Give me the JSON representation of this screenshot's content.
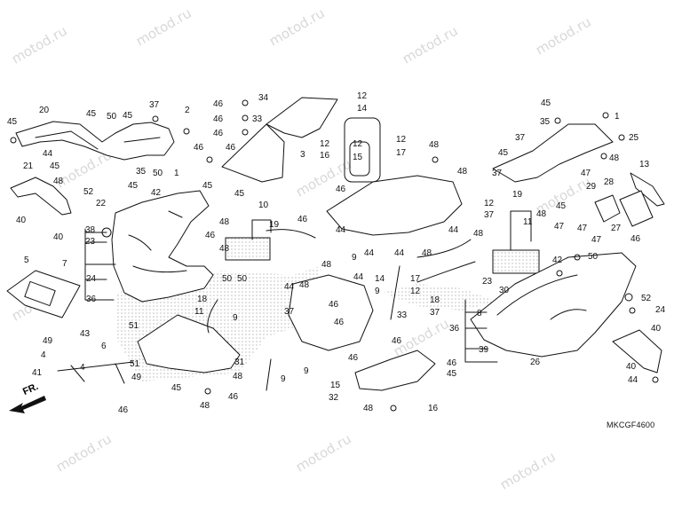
{
  "watermark": "motod.ru",
  "diagram_code": "MKCGF4600",
  "front_label": "FR.",
  "colors": {
    "line": "#111111",
    "watermark": "#d8d8d8",
    "stipple": "#999999"
  },
  "callouts": [
    {
      "id": "c1",
      "text": "45"
    },
    {
      "id": "c2",
      "text": "20"
    },
    {
      "id": "c3",
      "text": "45"
    },
    {
      "id": "c4",
      "text": "50"
    },
    {
      "id": "c5",
      "text": "45"
    },
    {
      "id": "c6",
      "text": "37"
    },
    {
      "id": "c7",
      "text": "2"
    },
    {
      "id": "c8",
      "text": "44"
    },
    {
      "id": "c9",
      "text": "45"
    },
    {
      "id": "c10",
      "text": "48"
    },
    {
      "id": "c11",
      "text": "21"
    },
    {
      "id": "c12",
      "text": "35"
    },
    {
      "id": "c13",
      "text": "50"
    },
    {
      "id": "c14",
      "text": "1"
    },
    {
      "id": "c15",
      "text": "52"
    },
    {
      "id": "c16",
      "text": "45"
    },
    {
      "id": "c17",
      "text": "42"
    },
    {
      "id": "c18",
      "text": "22"
    },
    {
      "id": "c19",
      "text": "40"
    },
    {
      "id": "c20",
      "text": "40"
    },
    {
      "id": "c21",
      "text": "38"
    },
    {
      "id": "c22",
      "text": "23"
    },
    {
      "id": "c23",
      "text": "7"
    },
    {
      "id": "c24",
      "text": "24"
    },
    {
      "id": "c25",
      "text": "36"
    },
    {
      "id": "c26",
      "text": "5"
    },
    {
      "id": "c27",
      "text": "46"
    },
    {
      "id": "c28",
      "text": "46"
    },
    {
      "id": "c29",
      "text": "46"
    },
    {
      "id": "c30",
      "text": "46"
    },
    {
      "id": "c31",
      "text": "46"
    },
    {
      "id": "c32",
      "text": "34"
    },
    {
      "id": "c33",
      "text": "33"
    },
    {
      "id": "c34",
      "text": "45"
    },
    {
      "id": "c35",
      "text": "45"
    },
    {
      "id": "c36",
      "text": "3"
    },
    {
      "id": "c37",
      "text": "10"
    },
    {
      "id": "c38",
      "text": "48"
    },
    {
      "id": "c39",
      "text": "46"
    },
    {
      "id": "c40",
      "text": "19"
    },
    {
      "id": "c41",
      "text": "48"
    },
    {
      "id": "c42",
      "text": "50"
    },
    {
      "id": "c43",
      "text": "50"
    },
    {
      "id": "c44",
      "text": "12"
    },
    {
      "id": "c45",
      "text": "14"
    },
    {
      "id": "c46",
      "text": "12"
    },
    {
      "id": "c47",
      "text": "16"
    },
    {
      "id": "c48",
      "text": "12"
    },
    {
      "id": "c49",
      "text": "15"
    },
    {
      "id": "c50",
      "text": "12"
    },
    {
      "id": "c51",
      "text": "17"
    },
    {
      "id": "c52",
      "text": "48"
    },
    {
      "id": "c53",
      "text": "48"
    },
    {
      "id": "c54",
      "text": "46"
    },
    {
      "id": "c55",
      "text": "46"
    },
    {
      "id": "c56",
      "text": "44"
    },
    {
      "id": "c57",
      "text": "44"
    },
    {
      "id": "c58",
      "text": "44"
    },
    {
      "id": "c59",
      "text": "48"
    },
    {
      "id": "c60",
      "text": "9"
    },
    {
      "id": "c61",
      "text": "18"
    },
    {
      "id": "c62",
      "text": "11"
    },
    {
      "id": "c63",
      "text": "9"
    },
    {
      "id": "c64",
      "text": "14"
    },
    {
      "id": "c65",
      "text": "9"
    },
    {
      "id": "c66",
      "text": "17"
    },
    {
      "id": "c67",
      "text": "12"
    },
    {
      "id": "c68",
      "text": "18"
    },
    {
      "id": "c69",
      "text": "37"
    },
    {
      "id": "c70",
      "text": "46"
    },
    {
      "id": "c71",
      "text": "46"
    },
    {
      "id": "c72",
      "text": "9"
    },
    {
      "id": "c73",
      "text": "15"
    },
    {
      "id": "c74",
      "text": "32"
    },
    {
      "id": "c75",
      "text": "33"
    },
    {
      "id": "c76",
      "text": "46"
    },
    {
      "id": "c77",
      "text": "46"
    },
    {
      "id": "c78",
      "text": "45"
    },
    {
      "id": "c79",
      "text": "48"
    },
    {
      "id": "c80",
      "text": "16"
    },
    {
      "id": "c81",
      "text": "48"
    },
    {
      "id": "c82",
      "text": "46"
    },
    {
      "id": "c83",
      "text": "9"
    },
    {
      "id": "c84",
      "text": "31"
    },
    {
      "id": "c85",
      "text": "45"
    },
    {
      "id": "c86",
      "text": "48"
    },
    {
      "id": "c87",
      "text": "51"
    },
    {
      "id": "c88",
      "text": "49"
    },
    {
      "id": "c89",
      "text": "4"
    },
    {
      "id": "c90",
      "text": "43"
    },
    {
      "id": "c91",
      "text": "6"
    },
    {
      "id": "c92",
      "text": "41"
    },
    {
      "id": "c93",
      "text": "4"
    },
    {
      "id": "c94",
      "text": "51"
    },
    {
      "id": "c95",
      "text": "49"
    },
    {
      "id": "c96",
      "text": "46"
    },
    {
      "id": "c97",
      "text": "45"
    },
    {
      "id": "c98",
      "text": "1"
    },
    {
      "id": "c99",
      "text": "35"
    },
    {
      "id": "c100",
      "text": "37"
    },
    {
      "id": "c101",
      "text": "25"
    },
    {
      "id": "c102",
      "text": "45"
    },
    {
      "id": "c103",
      "text": "48"
    },
    {
      "id": "c104",
      "text": "37"
    },
    {
      "id": "c105",
      "text": "47"
    },
    {
      "id": "c106",
      "text": "29"
    },
    {
      "id": "c107",
      "text": "28"
    },
    {
      "id": "c108",
      "text": "13"
    },
    {
      "id": "c109",
      "text": "19"
    },
    {
      "id": "c110",
      "text": "11"
    },
    {
      "id": "c111",
      "text": "12"
    },
    {
      "id": "c112",
      "text": "37"
    },
    {
      "id": "c113",
      "text": "48"
    },
    {
      "id": "c114",
      "text": "48"
    },
    {
      "id": "c115",
      "text": "45"
    },
    {
      "id": "c116",
      "text": "47"
    },
    {
      "id": "c117",
      "text": "47"
    },
    {
      "id": "c118",
      "text": "47"
    },
    {
      "id": "c119",
      "text": "27"
    },
    {
      "id": "c120",
      "text": "46"
    },
    {
      "id": "c121",
      "text": "42"
    },
    {
      "id": "c122",
      "text": "50"
    },
    {
      "id": "c123",
      "text": "23"
    },
    {
      "id": "c124",
      "text": "30"
    },
    {
      "id": "c125",
      "text": "52"
    },
    {
      "id": "c126",
      "text": "24"
    },
    {
      "id": "c127",
      "text": "8"
    },
    {
      "id": "c128",
      "text": "36"
    },
    {
      "id": "c129",
      "text": "39"
    },
    {
      "id": "c130",
      "text": "26"
    },
    {
      "id": "c131",
      "text": "40"
    },
    {
      "id": "c132",
      "text": "40"
    },
    {
      "id": "c133",
      "text": "44"
    },
    {
      "id": "c134",
      "text": "48"
    },
    {
      "id": "c135",
      "text": "44"
    },
    {
      "id": "c136",
      "text": "44"
    },
    {
      "id": "c137",
      "text": "37"
    },
    {
      "id": "c138",
      "text": "44"
    },
    {
      "id": "c139",
      "text": "48"
    },
    {
      "id": "c140",
      "text": "46"
    }
  ]
}
